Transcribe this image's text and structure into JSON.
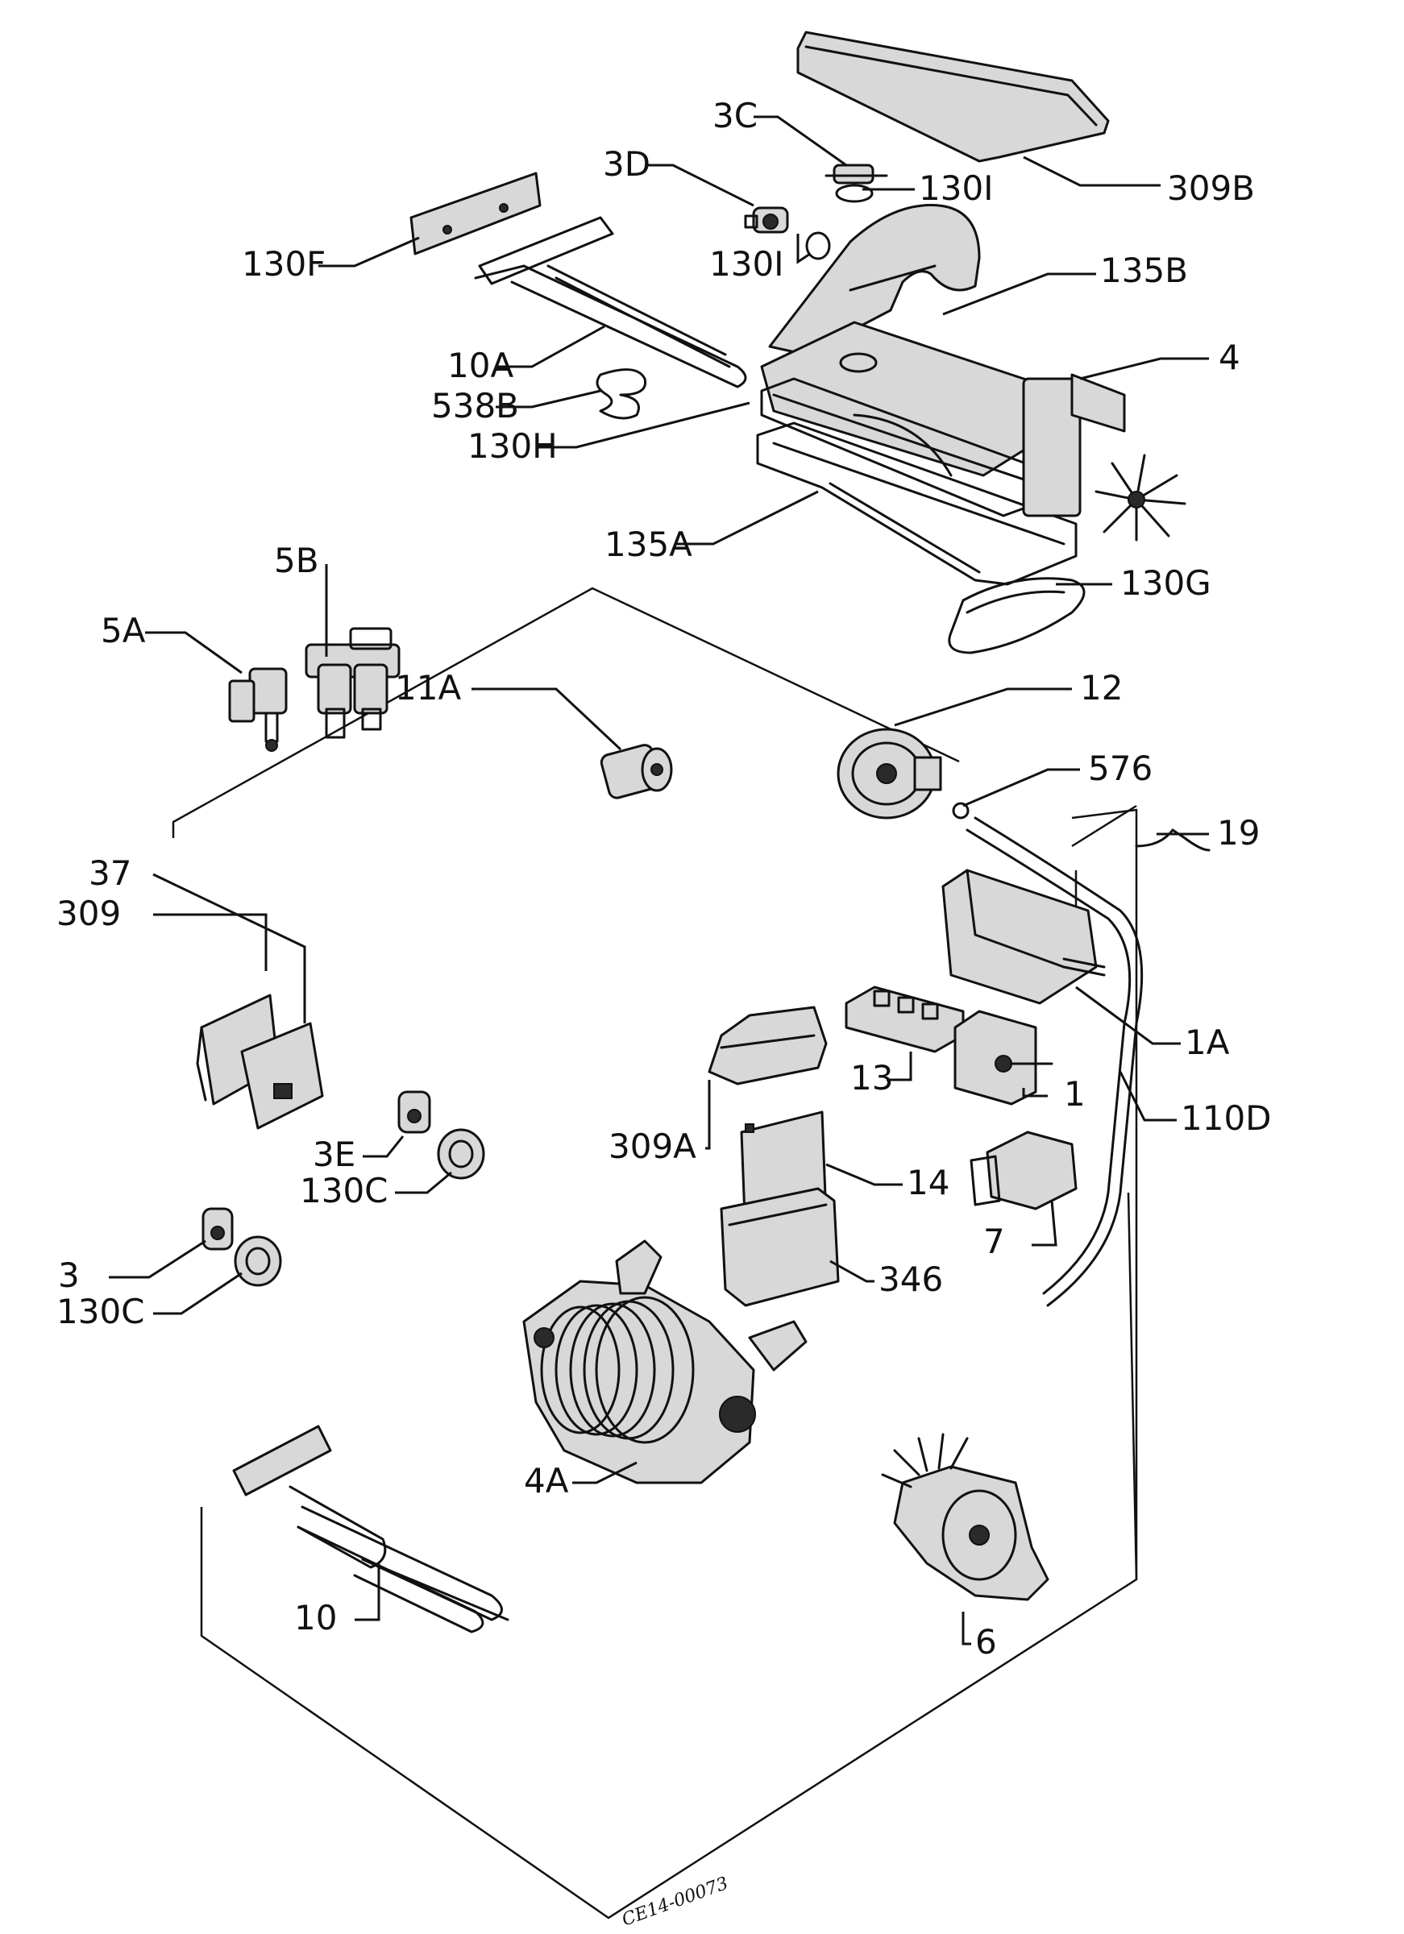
{
  "diagram": {
    "stamp": "CE14-00073",
    "labels": [
      {
        "id": "3C",
        "text": "3C"
      },
      {
        "id": "3D",
        "text": "3D"
      },
      {
        "id": "130I_a",
        "text": "130I"
      },
      {
        "id": "309B",
        "text": "309B"
      },
      {
        "id": "130F",
        "text": "130F"
      },
      {
        "id": "130I_b",
        "text": "130I"
      },
      {
        "id": "135B",
        "text": "135B"
      },
      {
        "id": "4",
        "text": "4"
      },
      {
        "id": "10A",
        "text": "10A"
      },
      {
        "id": "538B",
        "text": "538B"
      },
      {
        "id": "130H",
        "text": "130H"
      },
      {
        "id": "135A",
        "text": "135A"
      },
      {
        "id": "130G",
        "text": "130G"
      },
      {
        "id": "5B",
        "text": "5B"
      },
      {
        "id": "5A",
        "text": "5A"
      },
      {
        "id": "11A",
        "text": "11A"
      },
      {
        "id": "12",
        "text": "12"
      },
      {
        "id": "576",
        "text": "576"
      },
      {
        "id": "19",
        "text": "19"
      },
      {
        "id": "37",
        "text": "37"
      },
      {
        "id": "309",
        "text": "309"
      },
      {
        "id": "1A",
        "text": "1A"
      },
      {
        "id": "13",
        "text": "13"
      },
      {
        "id": "1",
        "text": "1"
      },
      {
        "id": "110D",
        "text": "110D"
      },
      {
        "id": "309A",
        "text": "309A"
      },
      {
        "id": "3E",
        "text": "3E"
      },
      {
        "id": "130C_a",
        "text": "130C"
      },
      {
        "id": "14",
        "text": "14"
      },
      {
        "id": "7",
        "text": "7"
      },
      {
        "id": "3",
        "text": "3"
      },
      {
        "id": "130C_b",
        "text": "130C"
      },
      {
        "id": "346",
        "text": "346"
      },
      {
        "id": "4A",
        "text": "4A"
      },
      {
        "id": "10",
        "text": "10"
      },
      {
        "id": "6",
        "text": "6"
      }
    ]
  }
}
